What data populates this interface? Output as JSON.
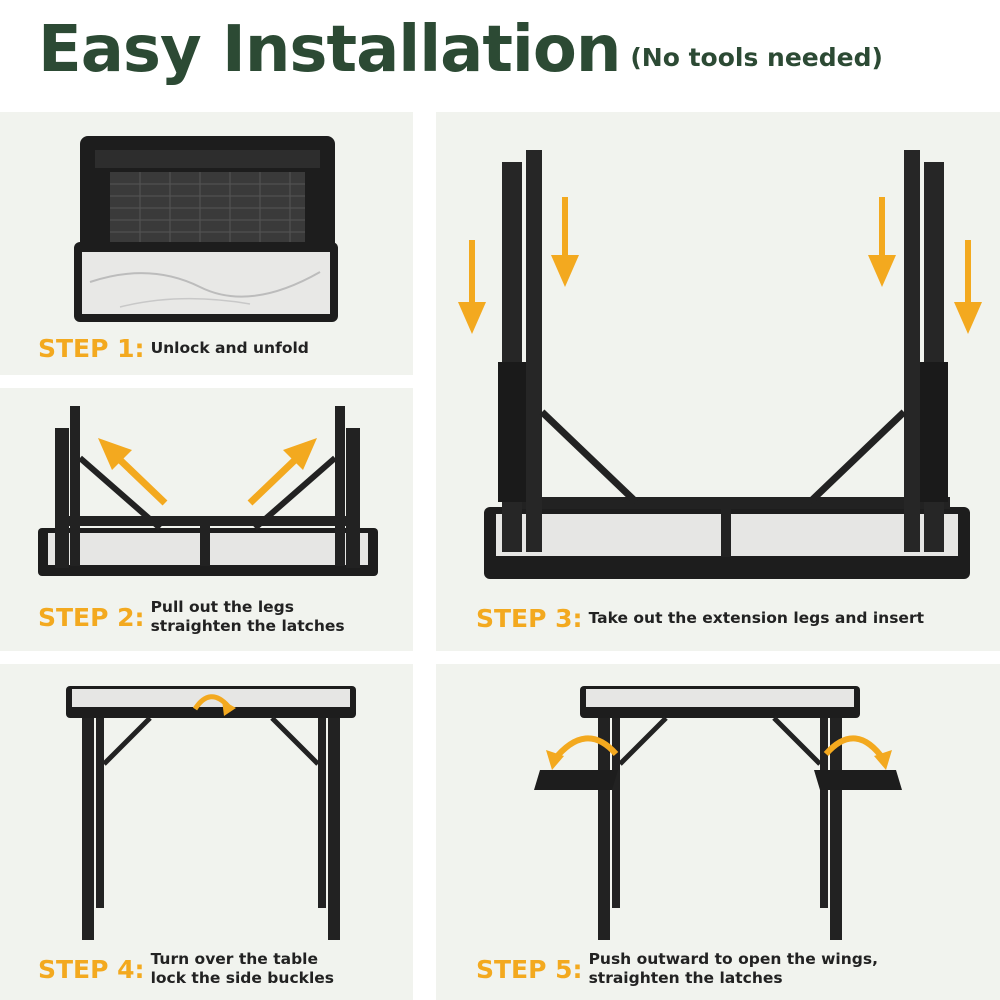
{
  "header": {
    "title": "Easy Installation",
    "subtitle": "(No tools needed)",
    "title_color": "#2c4a34"
  },
  "accent_color": "#f3a91f",
  "steps": [
    {
      "label": "STEP 1:",
      "lines": [
        "Unlock and unfold"
      ]
    },
    {
      "label": "STEP 2:",
      "lines": [
        "Pull out the legs",
        "straighten the latches"
      ]
    },
    {
      "label": "STEP 3:",
      "lines": [
        "Take out the extension legs and insert"
      ]
    },
    {
      "label": "STEP 4:",
      "lines": [
        "Turn over the table",
        "lock the side buckles"
      ]
    },
    {
      "label": "STEP 5:",
      "lines": [
        "Push outward to open the wings,",
        "straighten the latches"
      ]
    }
  ],
  "icons": [
    "arrow-down-icon",
    "arrow-up-right-icon",
    "curved-arrow-icon"
  ]
}
